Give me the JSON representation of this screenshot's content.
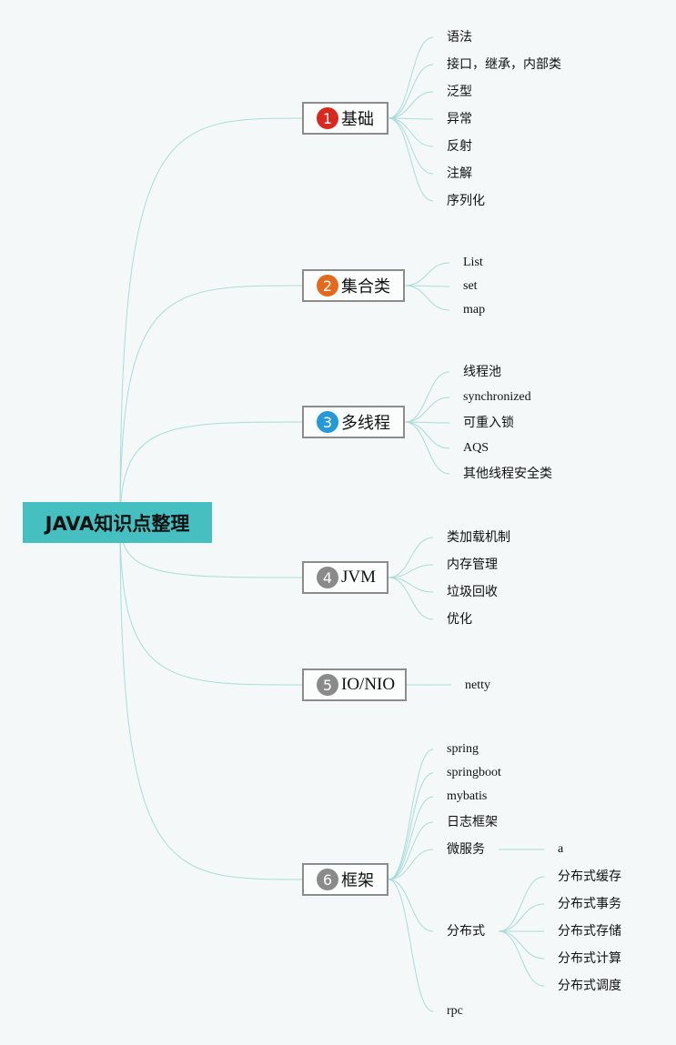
{
  "root": {
    "label": "JAVA知识点整理"
  },
  "branches": [
    {
      "id": "basics",
      "number": "1",
      "badge_color": "#d8281f",
      "label": "基础",
      "children": [
        "语法",
        "接口，继承，内部类",
        "泛型",
        "异常",
        "反射",
        "注解",
        "序列化"
      ]
    },
    {
      "id": "collections",
      "number": "2",
      "badge_color": "#e36a1c",
      "label": "集合类",
      "children": [
        "List",
        "set",
        "map"
      ]
    },
    {
      "id": "multithreading",
      "number": "3",
      "badge_color": "#2598d8",
      "label": "多线程",
      "children": [
        "线程池",
        "synchronized",
        "可重入锁",
        "AQS",
        "其他线程安全类"
      ]
    },
    {
      "id": "jvm",
      "number": "4",
      "badge_color": "#8a8a8a",
      "label": "JVM",
      "children": [
        "类加载机制",
        "内存管理",
        "垃圾回收",
        "优化"
      ]
    },
    {
      "id": "io",
      "number": "5",
      "badge_color": "#8a8a8a",
      "label": "IO/NIO",
      "children": [
        "netty"
      ]
    },
    {
      "id": "framework",
      "number": "6",
      "badge_color": "#8a8a8a",
      "label": "框架",
      "children": [
        "spring",
        "springboot",
        "mybatis",
        "日志框架",
        "微服务",
        "分布式",
        "rpc"
      ]
    }
  ],
  "sub_children": {
    "微服务": [
      "a"
    ],
    "分布式": [
      "分布式缓存",
      "分布式事务",
      "分布式存储",
      "分布式计算",
      "分布式调度"
    ]
  },
  "colors": {
    "root_fill": "#45bfc0",
    "link_line": "#a9dcd9",
    "branch_border": "#8c8c8c"
  }
}
